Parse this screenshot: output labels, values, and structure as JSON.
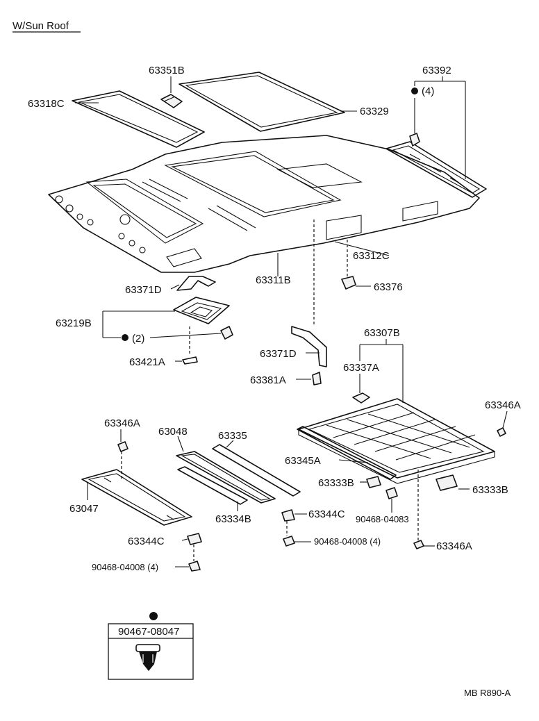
{
  "header": {
    "title": "W/Sun Roof"
  },
  "labels": {
    "p63351B": "63351B",
    "p63392": "63392",
    "p63318C": "63318C",
    "p63329": "63329",
    "qty4_top": "(4)",
    "p63312C": "63312C",
    "p63311B": "63311B",
    "p63371D_a": "63371D",
    "p63376": "63376",
    "p63219B": "63219B",
    "qty2": "(2)",
    "p63421A": "63421A",
    "p63307B": "63307B",
    "p63371D_b": "63371D",
    "p63337A": "63337A",
    "p63381A": "63381A",
    "p63346A_right": "63346A",
    "p63346A_left": "63346A",
    "p63048": "63048",
    "p63335": "63335",
    "p63345A": "63345A",
    "p63047": "63047",
    "p63333B_a": "63333B",
    "p63333B_b": "63333B",
    "p63334B": "63334B",
    "p63344C_right": "63344C",
    "p90468_04083": "90468-04083",
    "p63344C_left": "63344C",
    "p90468_04008_right": "90468-04008 (4)",
    "p63346A_bottom": "63346A",
    "p90468_04008_left": "90468-04008 (4)"
  },
  "legend": {
    "part_number": "90467-08047"
  },
  "footer": {
    "code": "MB R890-A"
  }
}
